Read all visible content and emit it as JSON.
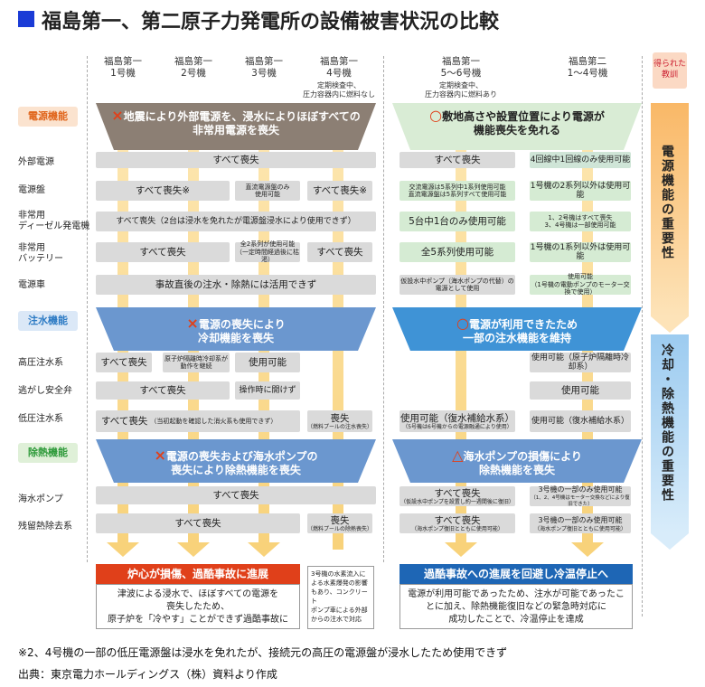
{
  "title": "福島第一、第二原子力発電所の設備被害状況の比較",
  "columns": {
    "u1": "福島第一\n1号機",
    "u2": "福島第一\n2号機",
    "u3": "福島第一\n3号機",
    "u4": "福島第一\n4号機",
    "u4_note": "定期検査中、\n圧力容器内に燃料なし",
    "u56": "福島第一\n5〜6号機",
    "u56_note": "定期検査中、\n圧力容器内に燃料あり",
    "d2": "福島第二\n1〜4号機",
    "lessons": "得られた\n教訓"
  },
  "sections": {
    "power": "電源機能",
    "water": "注水機能",
    "heat": "除熱機能"
  },
  "rows": {
    "ext": "外部電源",
    "panel": "電源盤",
    "diesel": "非常用\nディーゼル発電機",
    "battery": "非常用\nバッテリー",
    "car": "電源車",
    "hp": "高圧注水系",
    "srv": "逃がし安全弁",
    "lp": "低圧注水系",
    "pump": "海水ポンプ",
    "rhr": "残留熱除去系"
  },
  "funnels": {
    "power_left_mark": "×",
    "power_left": "地震により外部電源を、浸水によりほぼすべての\n非常用電源を喪失",
    "power_right_mark": "○",
    "power_right": "敷地高さや設置位置により電源が\n機能喪失を免れる",
    "water_left_mark": "×",
    "water_left": "電源の喪失により\n冷却機能を喪失",
    "water_right_mark": "○",
    "water_right": "電源が利用できたため\n一部の注水機能を維持",
    "heat_left_mark": "×",
    "heat_left": "電源の喪失および海水ポンプの\n喪失により除熱機能を喪失",
    "heat_right_mark": "△",
    "heat_right": "海水ポンプの損傷により\n除熱機能を喪失"
  },
  "cells": {
    "ext_left": "すべて喪失",
    "ext_u56": "すべて喪失",
    "ext_d2": "4回線中1回線のみ使用可能",
    "panel_u12": "すべて喪失※",
    "panel_u3": "直流電源盤のみ\n使用可能",
    "panel_u4": "すべて喪失※",
    "panel_u56": "交流電源は5系列中1系列使用可能\n直流電源盤は5系列すべて使用可能",
    "panel_d2": "1号機の2系列以外は使用可能",
    "diesel_left": "すべて喪失（2台は浸水を免れたが電源盤浸水により使用できず）",
    "diesel_u56": "5台中1台のみ使用可能",
    "diesel_d2": "1、2号機はすべて喪失\n3、4号機は一部使用可能",
    "bat_u12": "すべて喪失",
    "bat_u3": "全2系列が使用可能\n（一定時間経過後に枯渇）",
    "bat_u4": "すべて喪失",
    "bat_u56": "全5系列使用可能",
    "bat_d2": "1号機の1系列以外は使用可能",
    "car_left": "事故直後の注水・除熱には活用できず",
    "car_u56": "仮設水中ポンプ（海水ポンプの代替）の\n電源として使用",
    "car_d2": "使用可能\n（1号機の電動ポンプのモーター交換で使用）",
    "hp_u1": "すべて喪失",
    "hp_u23": "原子炉隔離時冷却系が\n動作を継続",
    "hp_u23b": "使用可能",
    "hp_d2": "使用可能（原子炉隔離時冷却系）",
    "srv_left": "すべて喪失",
    "srv_u3": "操作時に開けず",
    "srv_d2": "使用可能",
    "lp_left": "すべて喪失",
    "lp_left_note": "（当初起動を確認した消火系も使用できず）",
    "lp_u4": "喪失",
    "lp_u4_note": "（燃料プールの注水喪失）",
    "lp_u56": "使用可能（復水補給水系）",
    "lp_u56_note": "（5号機は6号機からの電源融通により使用）",
    "lp_d2": "使用可能（復水補給水系）",
    "pump_left": "すべて喪失",
    "pump_u56": "すべて喪失",
    "pump_u56_note": "（仮設水中ポンプを設置し約一週間後に復旧）",
    "pump_d2": "3号機の一部のみ使用可能",
    "pump_d2_note": "（1、2、4号機はモーター交換などにより復旧できた）",
    "rhr_left": "すべて喪失",
    "rhr_u4": "喪失",
    "rhr_u4_note": "（燃料プールの除熱喪失）",
    "rhr_u56": "すべて喪失",
    "rhr_u56_note": "（海水ポンプ復旧とともに使用可能）",
    "rhr_d2": "3号機の一部のみ使用可能",
    "rhr_d2_note": "（海水ポンプ復旧とともに使用可能）"
  },
  "outcome": {
    "left_head": "炉心が損傷、過酷事故に進展",
    "left_body": "津波による浸水で、ほぼすべての電源を\n喪失したため、\n原子炉を「冷やす」ことができず過酷事故に",
    "mid_note": "3号機の水素流入に\nよる水素爆発の影響\nもあり、コンクリート\nポンプ車による外部\nからの注水で対応",
    "right_head": "過酷事故への進展を回避し冷温停止へ",
    "right_body": "電源が利用可能であったため、注水が可能であったこ\nとに加え、除熱機能復旧などの緊急時対応に\n成功したことで、冷温停止を達成"
  },
  "lessons": {
    "a": "電源機能の重要性",
    "b": "冷却・除熱機能の重要性"
  },
  "footnote": "※2、4号機の一部の低圧電源盤は浸水を免れたが、接続元の高圧の電源盤が浸水したため使用できず",
  "source": "出典：東京電力ホールディングス（株）資料より作成",
  "colors": {
    "title_square": "#1a3bd6",
    "fail": "#e0401a",
    "ok": "#1e66b5"
  }
}
